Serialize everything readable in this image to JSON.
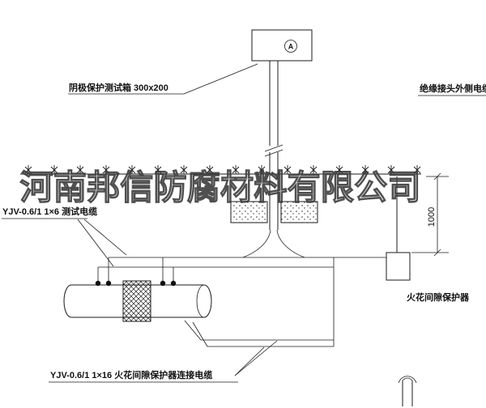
{
  "drawing": {
    "watermark": "河南邦信防腐材料有限公司",
    "annotations": {
      "test_box_label": "阴极保护测试箱 300x200",
      "outer_cable_label": "绝缘接头外侧电缆",
      "test_cable_label": "YJV-0.6/1 1×6  测试电缆",
      "spark_gap_label": "火花间隙保护器",
      "bottom_cable_label": "YJV-0.6/1 1×16  火花间隙保护器连接电缆",
      "dimension_1000": "1000",
      "meter_letter": "A"
    },
    "colors": {
      "line": "#1b1b1b",
      "watermark": "#3c3c3c",
      "background": "#ffffff"
    }
  }
}
